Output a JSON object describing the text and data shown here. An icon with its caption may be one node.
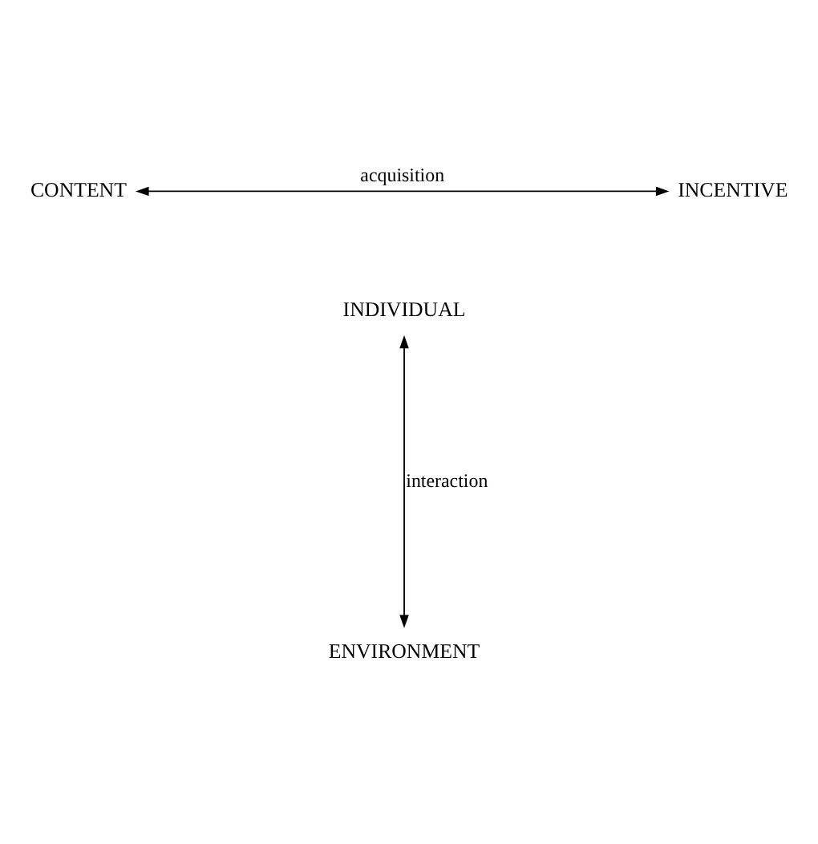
{
  "diagram": {
    "nodes": [
      {
        "text": [
          "CONTENT"
        ]
      },
      {
        "text": [
          "INCENTIVE"
        ]
      },
      {
        "text": [
          "INDIVIDUAL"
        ]
      },
      {
        "text": [
          "ENVIRONMENT"
        ]
      }
    ],
    "edges": [
      {
        "from": 0,
        "to": 1,
        "arrow": "both",
        "label": "acquisition"
      },
      {
        "from": 2,
        "to": 3,
        "arrow": "both",
        "label": "interaction"
      }
    ]
  }
}
